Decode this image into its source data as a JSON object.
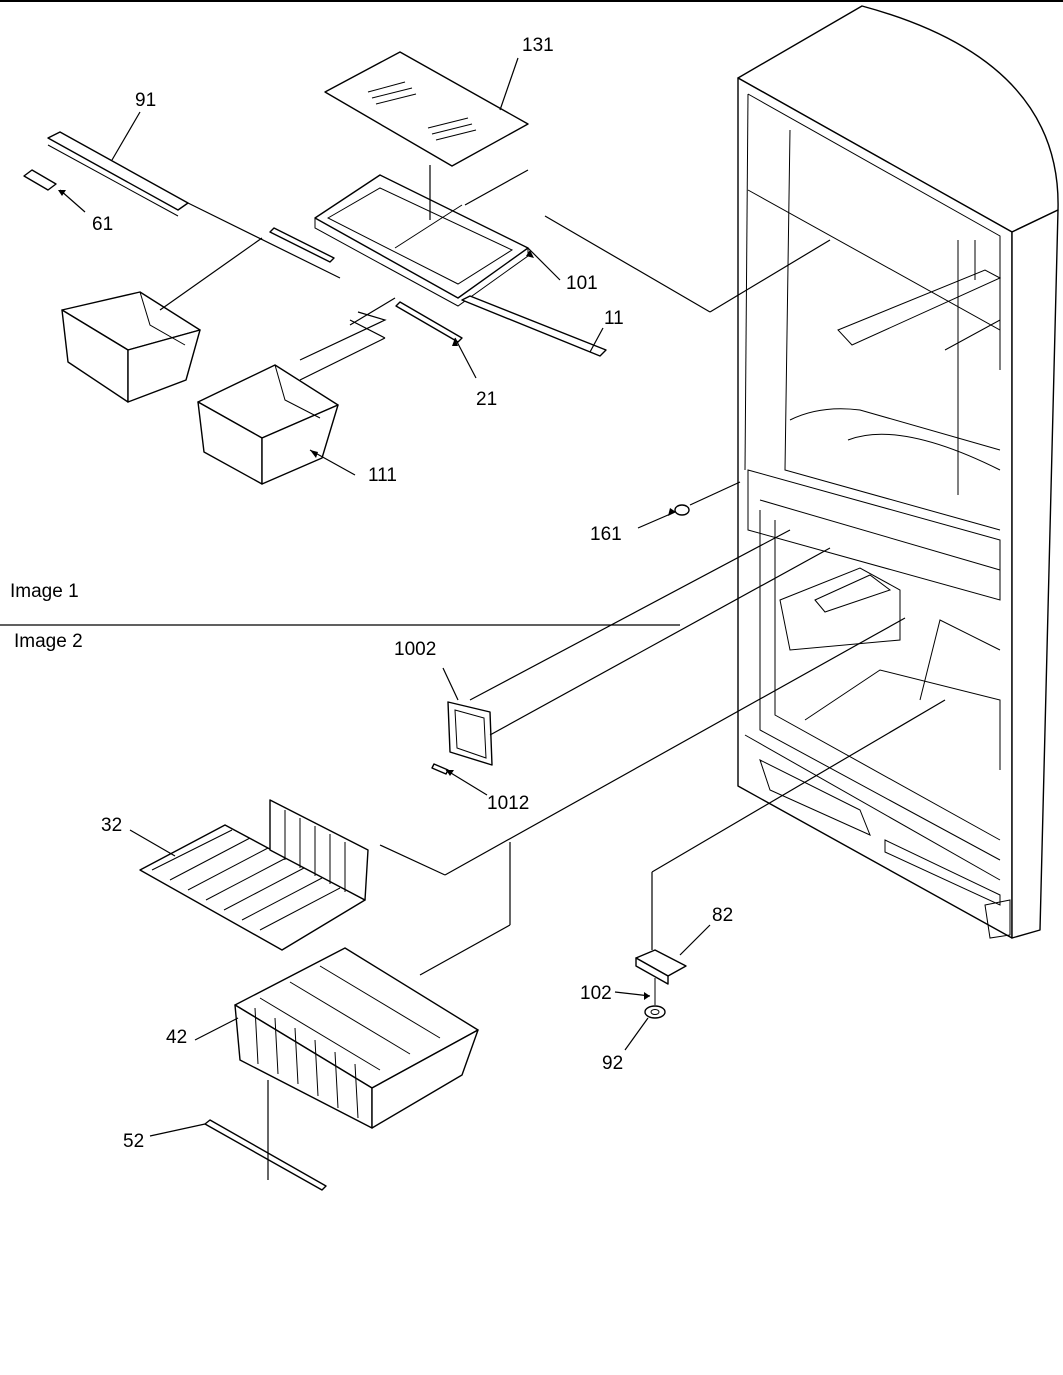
{
  "sections": [
    {
      "id": "image-1",
      "label": "Image 1"
    },
    {
      "id": "image-2",
      "label": "Image 2"
    }
  ],
  "parts": [
    {
      "id": "131",
      "label": "131"
    },
    {
      "id": "91",
      "label": "91"
    },
    {
      "id": "61",
      "label": "61"
    },
    {
      "id": "101",
      "label": "101"
    },
    {
      "id": "11",
      "label": "11"
    },
    {
      "id": "21",
      "label": "21"
    },
    {
      "id": "111",
      "label": "111"
    },
    {
      "id": "161",
      "label": "161"
    },
    {
      "id": "1002",
      "label": "1002"
    },
    {
      "id": "1012",
      "label": "1012"
    },
    {
      "id": "32",
      "label": "32"
    },
    {
      "id": "42",
      "label": "42"
    },
    {
      "id": "52",
      "label": "52"
    },
    {
      "id": "82",
      "label": "82"
    },
    {
      "id": "102",
      "label": "102"
    },
    {
      "id": "92",
      "label": "92"
    }
  ]
}
